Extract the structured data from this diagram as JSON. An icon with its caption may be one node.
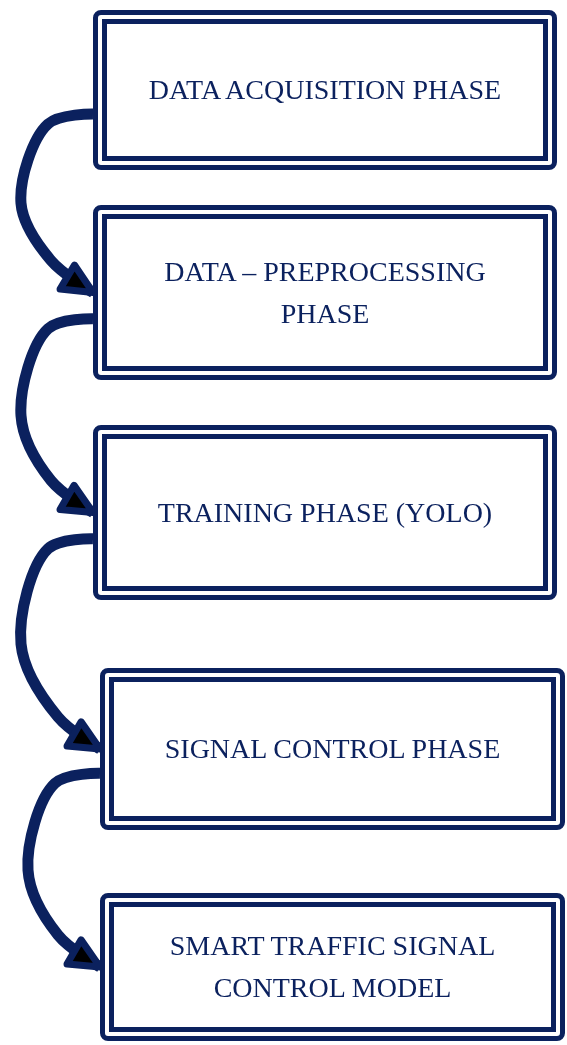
{
  "diagram": {
    "nodes": [
      {
        "text": [
          "DATA ACQUISITION PHASE"
        ]
      },
      {
        "text": [
          "DATA – PREPROCESSING PHASE"
        ]
      },
      {
        "text": [
          "TRAINING PHASE (YOLO)"
        ]
      },
      {
        "text": [
          "SIGNAL CONTROL PHASE"
        ]
      },
      {
        "text": [
          "SMART TRAFFIC SIGNAL CONTROL MODEL"
        ]
      }
    ],
    "edges": [
      {
        "from": 0,
        "to": 1,
        "arrow": "to"
      },
      {
        "from": 1,
        "to": 2,
        "arrow": "to"
      },
      {
        "from": 2,
        "to": 3,
        "arrow": "to"
      },
      {
        "from": 3,
        "to": 4,
        "arrow": "to"
      }
    ]
  }
}
